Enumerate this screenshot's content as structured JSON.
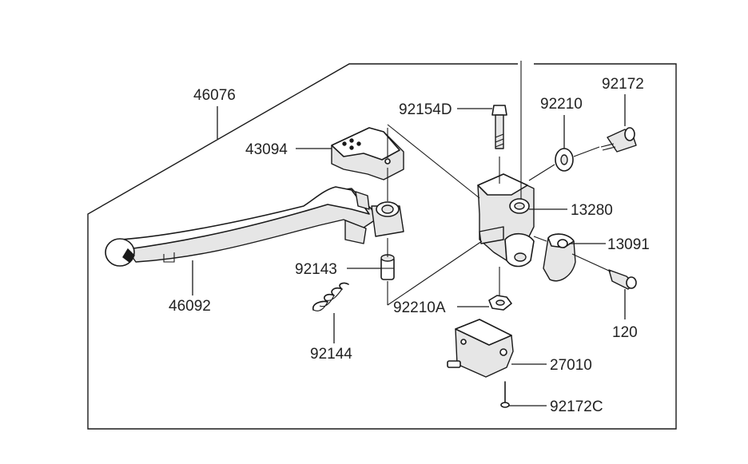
{
  "callouts": {
    "lever_assembly": "46076",
    "lever": "46092",
    "lever_holder": "43094",
    "collar": "92143",
    "spring": "92144",
    "top_bolt": "92154D",
    "washer": "92210",
    "holder_bolt": "92172",
    "bracket": "13280",
    "clamp": "13091",
    "clamp_bolt": "120",
    "nut": "92210A",
    "switch": "27010",
    "switch_screw": "92172C"
  }
}
